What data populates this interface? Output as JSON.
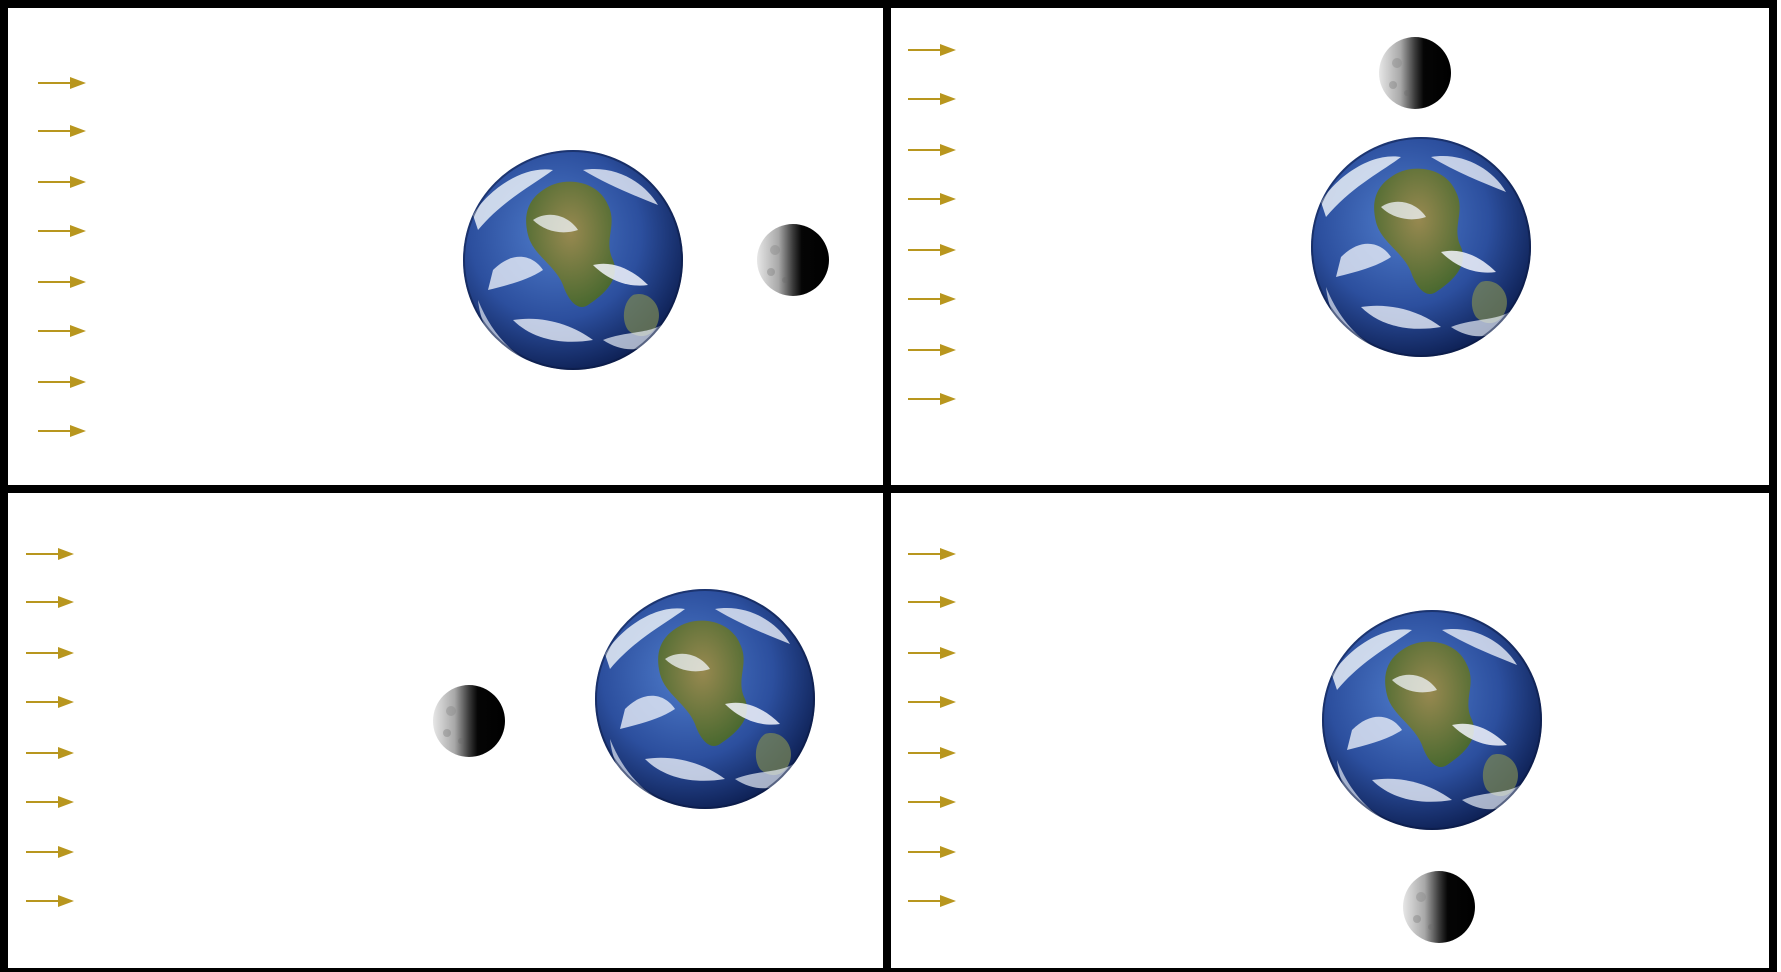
{
  "colors": {
    "background": "#ffffff",
    "border": "#000000",
    "sunlight_arrow": "#b8961e",
    "ocean": "#2c4f9e",
    "ocean_dark": "#0d1f52",
    "land": "#6f7a3a",
    "cloud": "#e8eef7",
    "moon_lit": "#d9d9d9",
    "moon_dark": "#050505"
  },
  "icons": {
    "sunlight": "arrow-right-icon",
    "earth": "earth-globe-icon",
    "moon": "moon-icon"
  },
  "panels": [
    {
      "id": "panel-1",
      "sunlight_arrows": 8,
      "moon_position": "right-of-earth",
      "moon_lit_side": "left"
    },
    {
      "id": "panel-2",
      "sunlight_arrows": 8,
      "moon_position": "above-earth",
      "moon_lit_side": "left"
    },
    {
      "id": "panel-3",
      "sunlight_arrows": 8,
      "moon_position": "left-of-earth",
      "moon_lit_side": "left"
    },
    {
      "id": "panel-4",
      "sunlight_arrows": 8,
      "moon_position": "below-earth",
      "moon_lit_side": "left"
    }
  ]
}
